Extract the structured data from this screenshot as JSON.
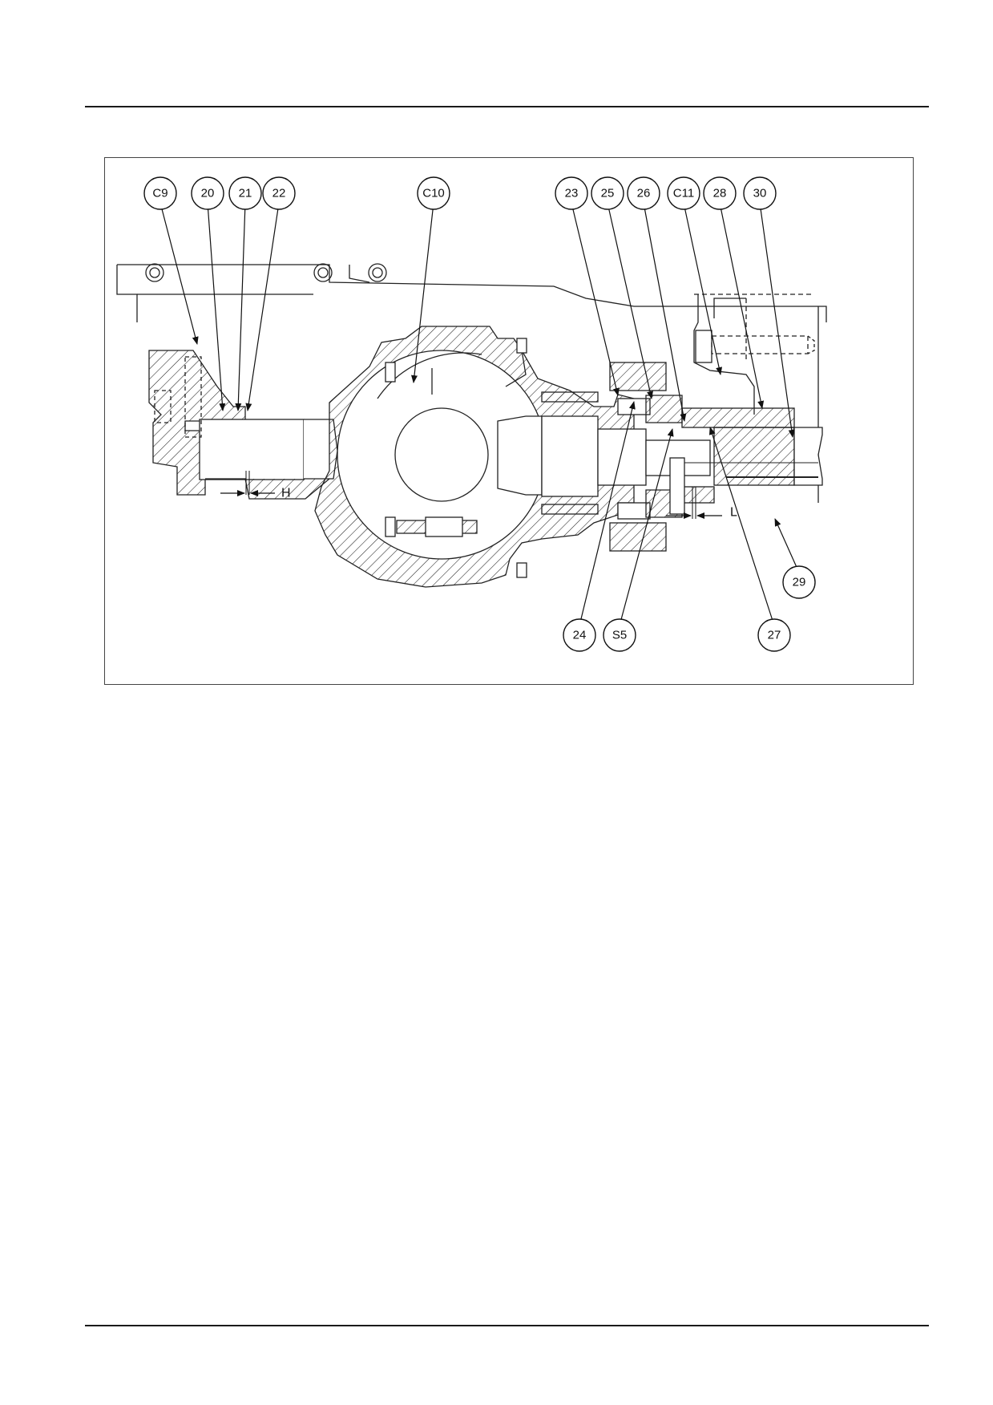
{
  "figure": {
    "callouts": [
      {
        "id": "c9",
        "label": "C9"
      },
      {
        "id": "c20",
        "label": "20"
      },
      {
        "id": "c21",
        "label": "21"
      },
      {
        "id": "c22",
        "label": "22"
      },
      {
        "id": "c10",
        "label": "C10"
      },
      {
        "id": "c23",
        "label": "23"
      },
      {
        "id": "c25",
        "label": "25"
      },
      {
        "id": "c26",
        "label": "26"
      },
      {
        "id": "c11",
        "label": "C11"
      },
      {
        "id": "c28",
        "label": "28"
      },
      {
        "id": "c30",
        "label": "30"
      },
      {
        "id": "c29",
        "label": "29"
      },
      {
        "id": "c24",
        "label": "24"
      },
      {
        "id": "s5",
        "label": "S5"
      },
      {
        "id": "c27",
        "label": "27"
      }
    ],
    "dimensions": {
      "h_label": "H",
      "l_label": "L"
    }
  }
}
